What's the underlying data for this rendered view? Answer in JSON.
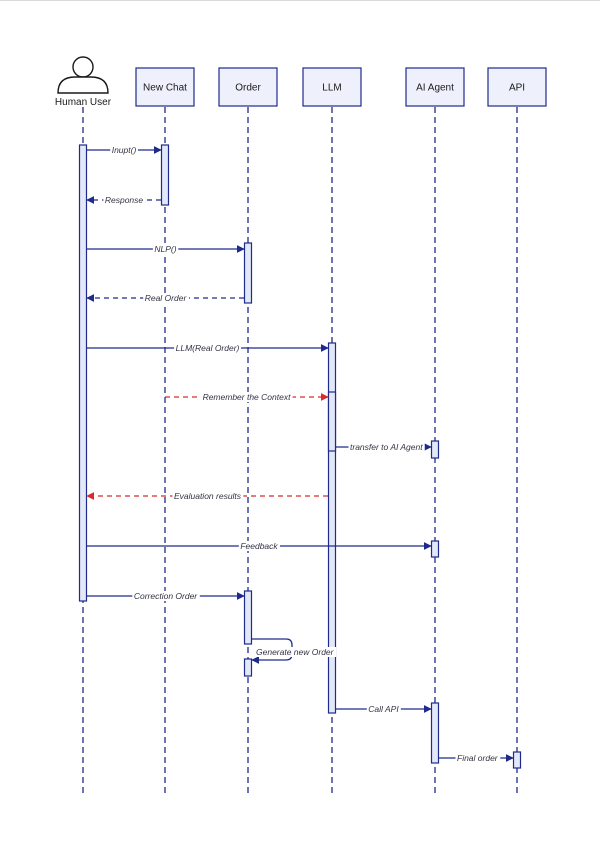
{
  "colors": {
    "line": "#1e2a8c",
    "box_fill": "#eef1fb",
    "box_stroke": "#1e2a8c",
    "activation_fill": "#e3e8f8",
    "async_red": "#d62c2c",
    "text": "#1a1a1a",
    "msg_text": "#333344"
  },
  "participants": [
    {
      "id": "user",
      "label": "Human User",
      "kind": "actor",
      "icon": "person-icon"
    },
    {
      "id": "chat",
      "label": "New Chat",
      "kind": "box"
    },
    {
      "id": "order",
      "label": "Order",
      "kind": "box"
    },
    {
      "id": "llm",
      "label": "LLM",
      "kind": "box"
    },
    {
      "id": "agent",
      "label": "AI Agent",
      "kind": "box"
    },
    {
      "id": "api",
      "label": "API",
      "kind": "box"
    }
  ],
  "messages": [
    {
      "from": "user",
      "to": "chat",
      "label": "Inupt()",
      "style": "solid"
    },
    {
      "from": "chat",
      "to": "user",
      "label": "Response",
      "style": "dashed"
    },
    {
      "from": "user",
      "to": "order",
      "label": "NLP()",
      "style": "solid"
    },
    {
      "from": "order",
      "to": "user",
      "label": "Real Order",
      "style": "dashed"
    },
    {
      "from": "user",
      "to": "llm",
      "label": "LLM(Real Order)",
      "style": "solid"
    },
    {
      "from": "chat",
      "to": "llm",
      "label": "Remember the Context",
      "style": "dashed-red"
    },
    {
      "from": "llm",
      "to": "agent",
      "label": "transfer to AI Agent",
      "style": "solid"
    },
    {
      "from": "llm",
      "to": "user",
      "label": "Evaluation results",
      "style": "dashed-red"
    },
    {
      "from": "user",
      "to": "agent",
      "label": "Feedback",
      "style": "solid"
    },
    {
      "from": "user",
      "to": "order",
      "label": "Correction Order",
      "style": "solid"
    },
    {
      "from": "order",
      "to": "order",
      "label": "Generate new Order",
      "style": "self"
    },
    {
      "from": "llm",
      "to": "agent",
      "label": "Call API",
      "style": "solid"
    },
    {
      "from": "agent",
      "to": "api",
      "label": "Final order",
      "style": "solid"
    }
  ]
}
